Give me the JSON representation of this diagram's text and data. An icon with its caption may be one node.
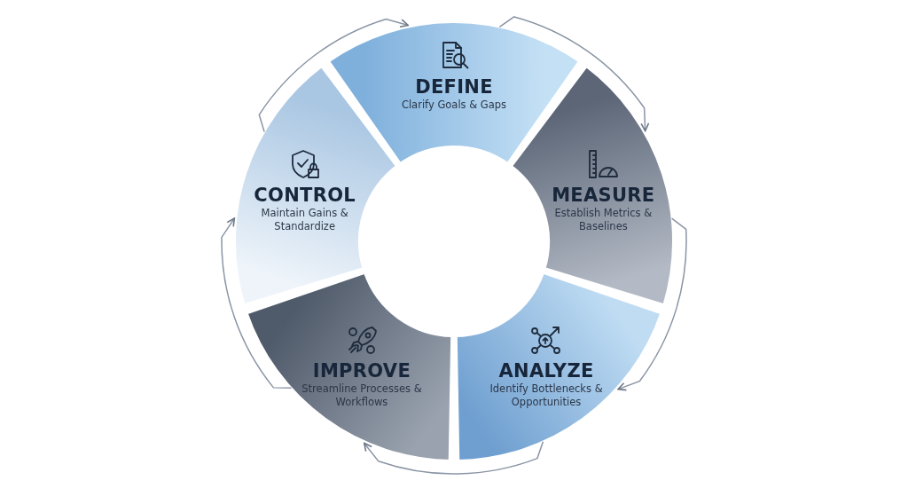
{
  "diagram": {
    "nodes": [
      {
        "text": [
          "DEFINE",
          "Clarify Goals & Gaps"
        ]
      },
      {
        "text": [
          "MEASURE",
          "Establish Metrics & Baselines"
        ]
      },
      {
        "text": [
          "ANALYZE",
          "Identify Bottlenecks & Opportunities"
        ]
      },
      {
        "text": [
          "IMPROVE",
          "Streamline Processes & Workflows"
        ]
      },
      {
        "text": [
          "CONTROL",
          "Maintain Gains & Standardize"
        ]
      }
    ],
    "edges": [
      {
        "from": 0,
        "to": 1,
        "arrow": "to"
      },
      {
        "from": 1,
        "to": 2,
        "arrow": "to"
      },
      {
        "from": 2,
        "to": 3,
        "arrow": "to"
      },
      {
        "from": 3,
        "to": 4,
        "arrow": "to"
      },
      {
        "from": 4,
        "to": 0,
        "arrow": "to"
      }
    ]
  }
}
